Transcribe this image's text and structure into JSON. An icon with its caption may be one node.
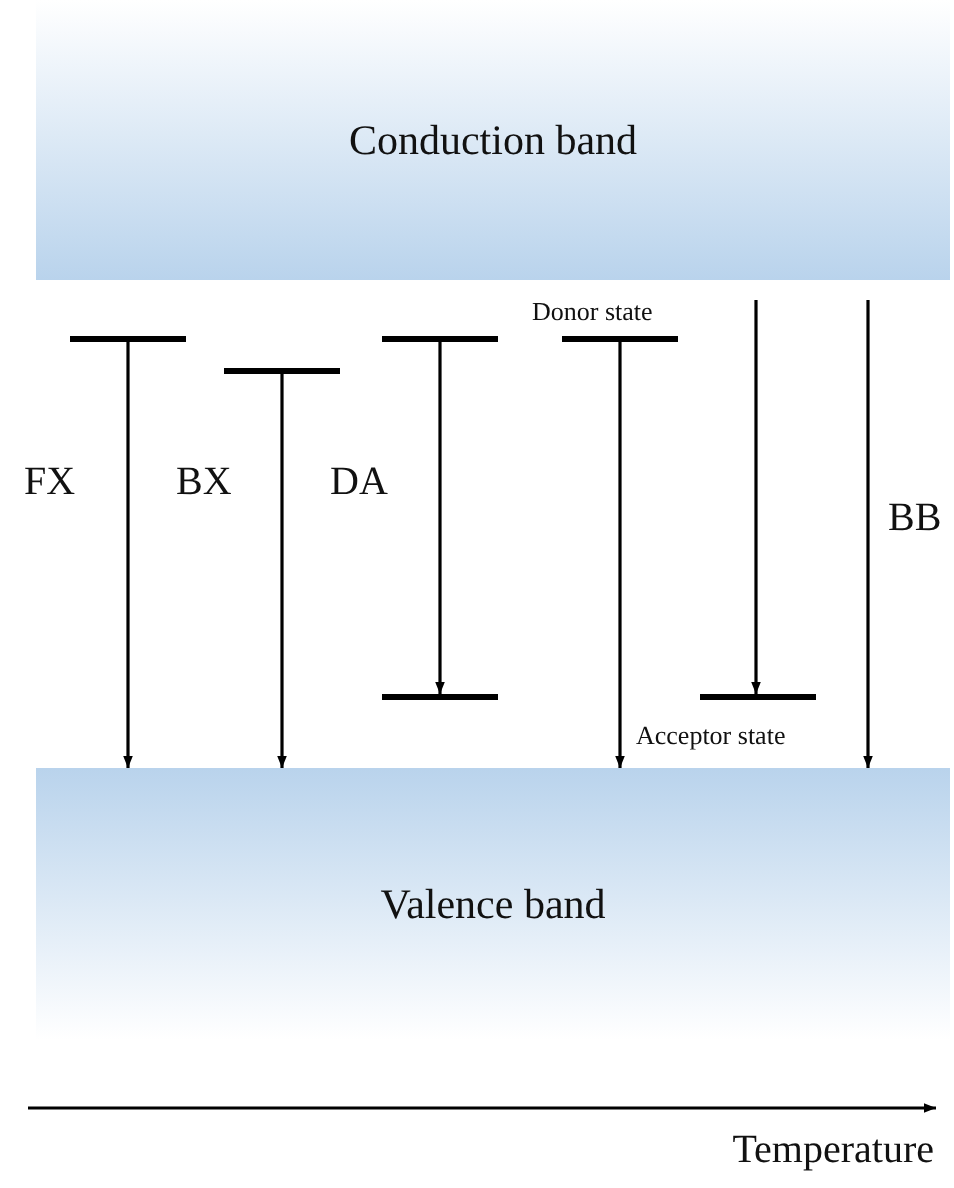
{
  "diagram": {
    "nodes": [
      {
        "text": [
          "Conduction band"
        ]
      },
      {
        "text": [
          "Valence band"
        ]
      },
      {
        "text": [],
        "shape": "bar"
      },
      {
        "text": [],
        "shape": "bar"
      },
      {
        "text": [],
        "shape": "bar"
      },
      {
        "text": [],
        "shape": "bar"
      },
      {
        "text": [],
        "shape": "bar",
        "beside": [
          "Donor state"
        ]
      },
      {
        "text": [],
        "shape": "bar",
        "beside": [
          "Acceptor state"
        ]
      }
    ],
    "edges": [
      {
        "from": 2,
        "to": 1,
        "arrow": "to",
        "label": "FX"
      },
      {
        "from": 3,
        "to": 1,
        "arrow": "to",
        "label": "BX"
      },
      {
        "from": 4,
        "to": 5,
        "arrow": "to",
        "label": "DA"
      },
      {
        "from": 6,
        "to": 1,
        "arrow": "to"
      },
      {
        "from": 0,
        "to": 7,
        "arrow": "to"
      },
      {
        "from": 0,
        "to": 1,
        "arrow": "to",
        "label": "BB"
      }
    ],
    "labels": [
      "Temperature"
    ]
  }
}
